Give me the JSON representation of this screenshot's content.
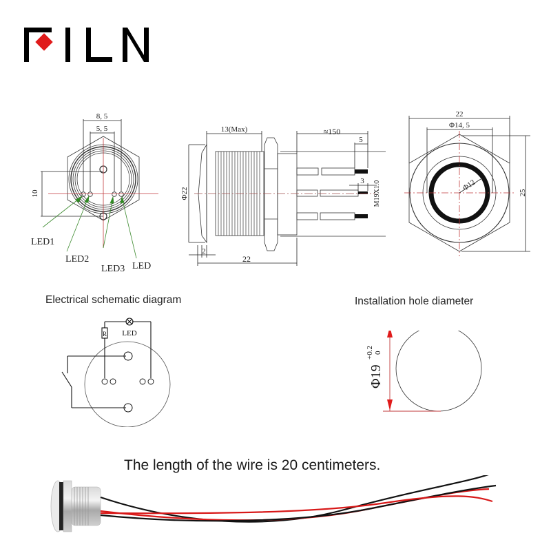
{
  "brand": {
    "logo_text": "FILN",
    "letters": [
      "F",
      "I",
      "L",
      "N"
    ],
    "accent_color": "#e01b1b"
  },
  "front_view": {
    "dim_outer": "8, 5",
    "dim_inner": "5, 5",
    "dim_height": "10",
    "leds": [
      "LED1",
      "LED2",
      "LED3",
      "LED"
    ]
  },
  "side_view": {
    "dim_thread": "13(Max)",
    "dim_wire": "≈150",
    "dim_strip": "5",
    "dim_mid_strip": "3",
    "dim_diameter": "Φ22",
    "dim_flange": "2",
    "dim_length": "22",
    "thread_spec": "M19X1.0"
  },
  "rear_view": {
    "dim_width": "22",
    "dim_ring": "Φ14, 5",
    "dim_inner": "Φ12",
    "dim_height": "25"
  },
  "schematic": {
    "title": "Electrical schematic diagram",
    "resistor_label": "R",
    "led_label": "LED"
  },
  "hole": {
    "title": "Installation hole diameter",
    "diameter": "Φ19",
    "tolerance_upper": "+0.2",
    "tolerance_lower": "0"
  },
  "product": {
    "caption": "The length of the wire is 20 centimeters.",
    "wire_colors": [
      "#111111",
      "#d81818"
    ]
  }
}
